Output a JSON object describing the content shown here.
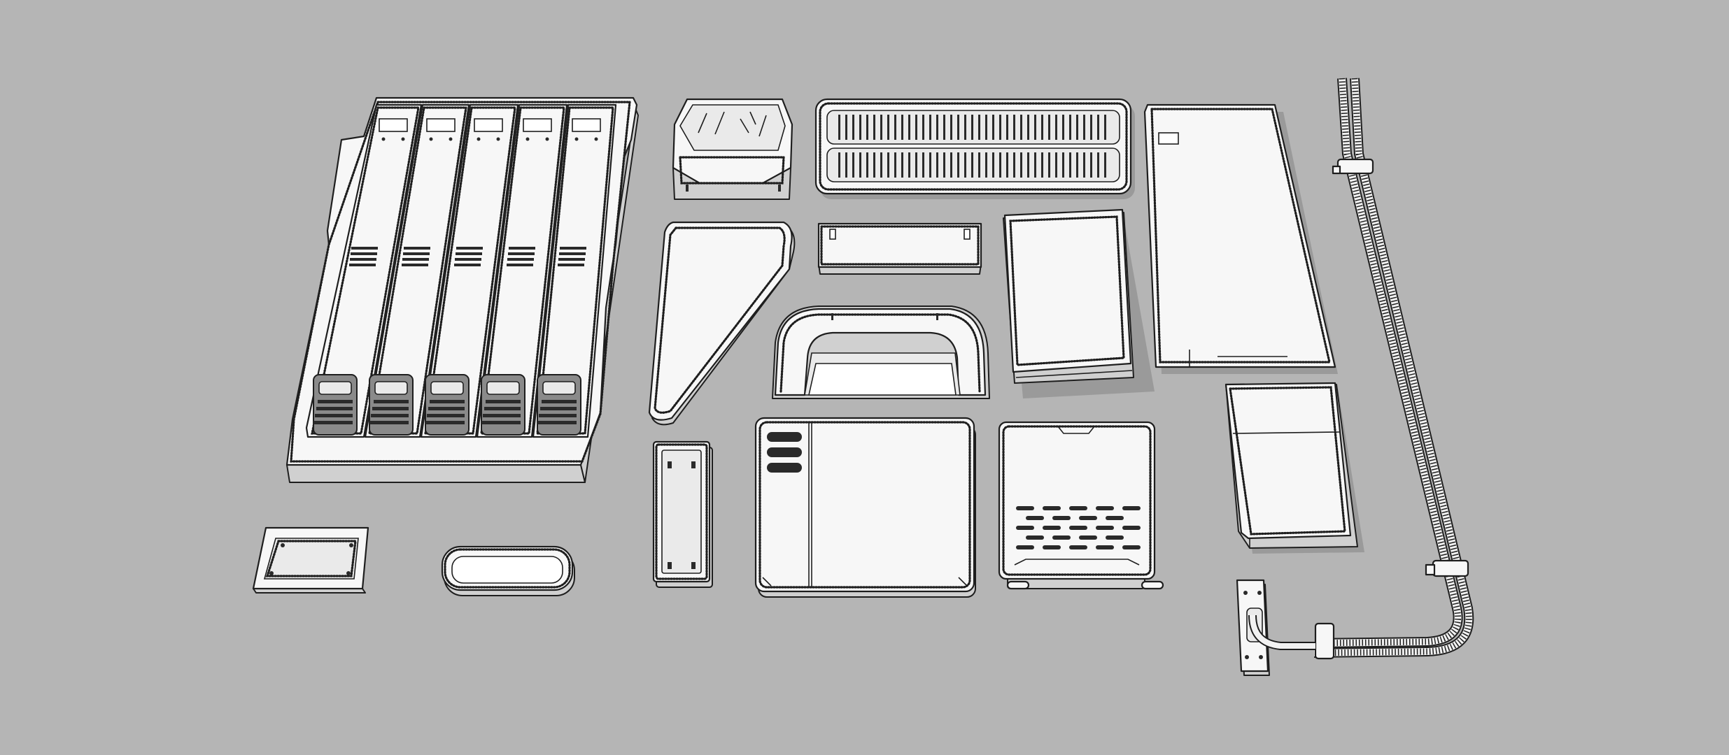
{
  "scene": {
    "background": "#b5b5b5",
    "render_style": "line-art technical model, white parts with black outlines",
    "parts": [
      "locker-tray",
      "angled-bracket",
      "vent-grille-panel",
      "tall-panel",
      "pipe-assembly",
      "triangle-plate",
      "small-slotted-plate",
      "box-panel",
      "arch-frame",
      "small-mount-plate",
      "oval-frame",
      "narrow-frame",
      "square-panel",
      "vented-panel",
      "small-block"
    ],
    "locker_count": 5,
    "vented_panel_slot_rows": 5
  }
}
